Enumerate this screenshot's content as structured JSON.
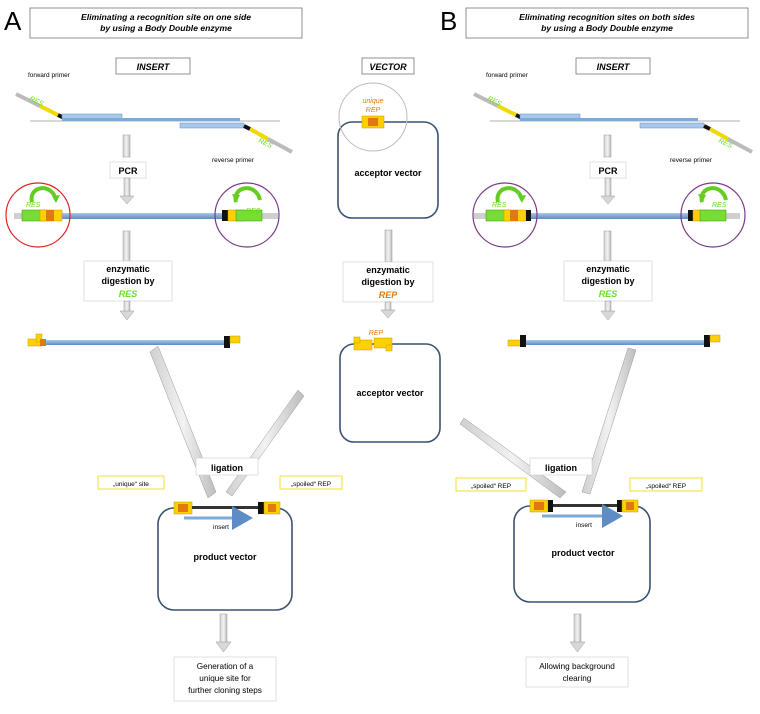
{
  "panel_a": {
    "letter": "A",
    "title_line1": "Eliminating a recognition site on one side",
    "title_line2": "by using a Body Double enzyme",
    "insert_label": "INSERT",
    "forward_primer": "forward primer",
    "reverse_primer": "reverse primer",
    "res_tag": "RES",
    "pcr": "PCR",
    "digest_line1": "enzymatic",
    "digest_line2": "digestion by",
    "digest_enzyme": "RES",
    "ligation": "ligation",
    "site_left": "„unique“ site",
    "site_right": "„spoiled“ REP",
    "insert_small": "insert",
    "product_vector": "product vector",
    "outcome_line1": "Generation of a",
    "outcome_line2": "unique site for",
    "outcome_line3": "further cloning steps"
  },
  "vector": {
    "label": "VECTOR",
    "unique_line1": "unique",
    "unique_line2": "REP",
    "acceptor_vector": "acceptor vector",
    "digest_line1": "enzymatic",
    "digest_line2": "digestion by",
    "digest_enzyme": "REP",
    "rep_tag": "REP",
    "acceptor_vector_cut": "acceptor vector"
  },
  "panel_b": {
    "letter": "B",
    "title_line1": "Eliminating recognition sites on both sides",
    "title_line2": "by using a Body Double enzyme",
    "insert_label": "INSERT",
    "forward_primer": "forward primer",
    "reverse_primer": "reverse primer",
    "res_tag": "RES",
    "pcr": "PCR",
    "digest_line1": "enzymatic",
    "digest_line2": "digestion by",
    "digest_enzyme": "RES",
    "ligation": "ligation",
    "site_left": "„spoiled“ REP",
    "site_right": "„spoiled“ REP",
    "insert_small": "insert",
    "product_vector": "product vector",
    "outcome_line1": "Allowing background",
    "outcome_line2": "clearing"
  },
  "colors": {
    "res_green": "#66dd22",
    "rep_orange": "#e07a10",
    "dna_blue": "#7fa9d8",
    "box_border": "#3a5270",
    "yellow": "#ffee00",
    "red_circle": "#dd2222",
    "purple_circle": "#7a3a8c"
  }
}
